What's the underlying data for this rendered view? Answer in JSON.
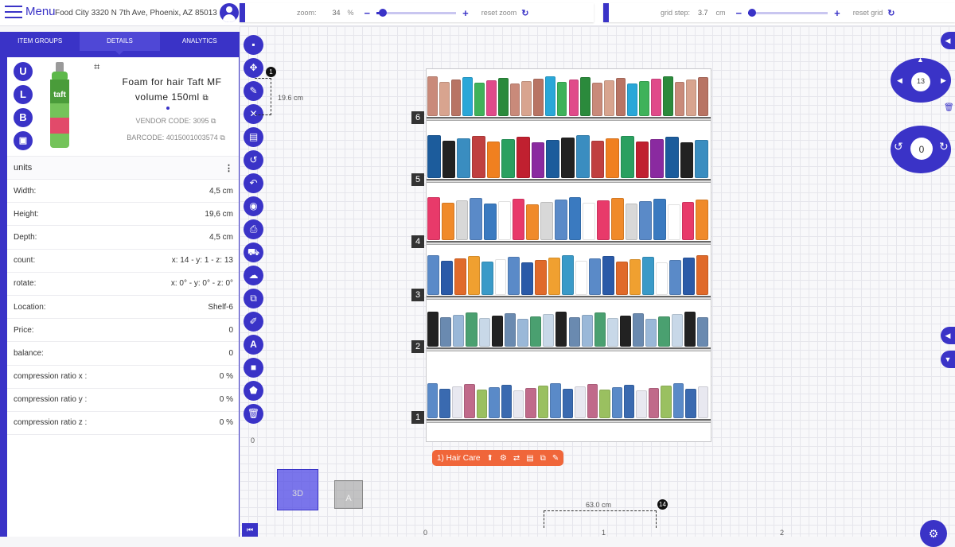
{
  "topbar": {
    "menu_label": "Menu",
    "store": "Food City 3320 N 7th Ave, Phoenix, AZ 85013"
  },
  "zoom": {
    "label": "zoom:",
    "value": "34",
    "unit": "%",
    "reset": "reset zoom",
    "level": 0.08
  },
  "grid_step": {
    "label": "grid step:",
    "value": "3.7",
    "unit": "cm",
    "reset": "reset grid",
    "level": 0.05
  },
  "tabs": [
    "ITEM GROUPS",
    "DETAILS",
    "ANALYTICS"
  ],
  "side_letters": [
    "U",
    "L",
    "B"
  ],
  "product": {
    "name": "Foam for hair Taft MF volume 150ml",
    "vendor_code": "VENDOR CODE: 3095",
    "barcode": "BARCODE: 4015001003574",
    "can_text": "taft"
  },
  "properties": {
    "units": "units",
    "rows": [
      {
        "label": "Width:",
        "value": "4,5  cm"
      },
      {
        "label": "Height:",
        "value": "19,6  cm"
      },
      {
        "label": "Depth:",
        "value": "4,5  cm"
      },
      {
        "label": "count:",
        "value": "x: 14 - y: 1 - z: 13"
      },
      {
        "label": "rotate:",
        "value": "x: 0° - y: 0° - z: 0°"
      },
      {
        "label": "Location:",
        "value": "Shelf-6"
      },
      {
        "label": "Price:",
        "value": "0"
      },
      {
        "label": "balance:",
        "value": "0"
      },
      {
        "label": "compression ratio x :",
        "value": "0  %"
      },
      {
        "label": "compression ratio y :",
        "value": "0  %"
      },
      {
        "label": "compression ratio z :",
        "value": "0  %"
      }
    ]
  },
  "canvas": {
    "height_label": "19.6 cm",
    "badge_top": "1",
    "width_label": "63.0 cm",
    "badge_bottom": "14",
    "group_tag": "1) Hair Care",
    "shelf_numbers": [
      "6",
      "5",
      "4",
      "3",
      "2",
      "1"
    ],
    "axis_zero_left": "0",
    "axis_ticks": [
      "0",
      "1",
      "2"
    ],
    "view_3d": "3D",
    "view_a": "A",
    "rotation_count": "13",
    "rotation_angle": "0"
  },
  "colors": {
    "accent": "#3a33c7",
    "tag": "#f0663a"
  }
}
